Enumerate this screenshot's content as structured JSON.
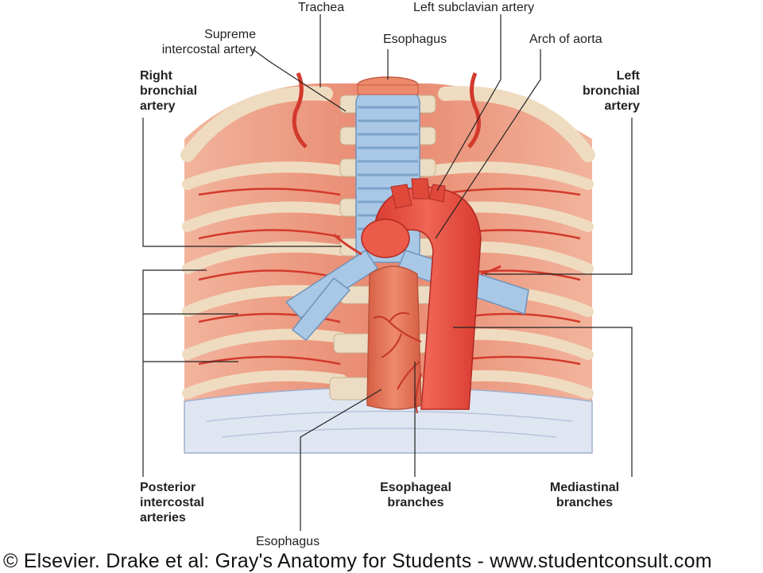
{
  "labels": {
    "trachea": "Trachea",
    "left_subclavian_artery": "Left subclavian artery",
    "supreme_intercostal_artery": "Supreme\nintercostal artery",
    "esophagus_top": "Esophagus",
    "arch_of_aorta": "Arch of aorta",
    "right_bronchial_artery": "Right\nbronchial\nartery",
    "left_bronchial_artery": "Left\nbronchial\nartery",
    "posterior_intercostal_arteries": "Posterior\nintercostal\narteries",
    "esophageal_branches": "Esophageal\nbranches",
    "mediastinal_branches": "Mediastinal\nbranches",
    "esophagus_bottom": "Esophagus"
  },
  "credit": "© Elsevier. Drake et al: Gray's Anatomy for Students - www.studentconsult.com",
  "colors": {
    "muscle": "#e98f78",
    "rib": "#f0dcc3",
    "artery": "#e0483a",
    "trachea": "#a9c8e6",
    "leader": "#222222"
  }
}
